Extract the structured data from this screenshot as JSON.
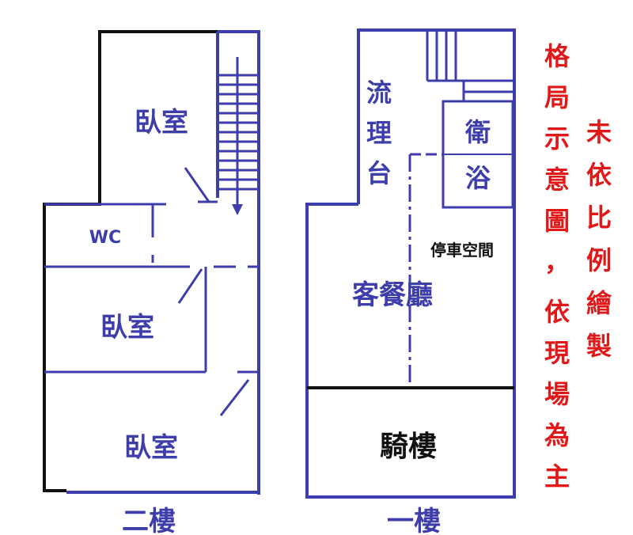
{
  "second_floor": {
    "title": "二樓",
    "rooms": {
      "bedroom_top": "臥室",
      "wc": "WC",
      "bedroom_middle": "臥室",
      "bedroom_bottom": "臥室"
    }
  },
  "first_floor": {
    "title": "一樓",
    "rooms": {
      "kitchen_counter": [
        "流",
        "理",
        "台"
      ],
      "bathroom": [
        "衛",
        "浴"
      ],
      "parking": "停車空間",
      "living_dining": "客餐廳",
      "arcade": "騎樓"
    }
  },
  "notes": {
    "layout_note": [
      "格",
      "局",
      "示",
      "意",
      "圖",
      "，",
      "依",
      "現",
      "場",
      "為",
      "主"
    ],
    "scale_note": [
      "未",
      "依",
      "比",
      "例",
      "繪",
      "製"
    ]
  },
  "colors": {
    "wall_black": "#111111",
    "wall_blue": "#3d3dab",
    "label_blue": "#3d3dab",
    "note_red": "#e01818"
  }
}
